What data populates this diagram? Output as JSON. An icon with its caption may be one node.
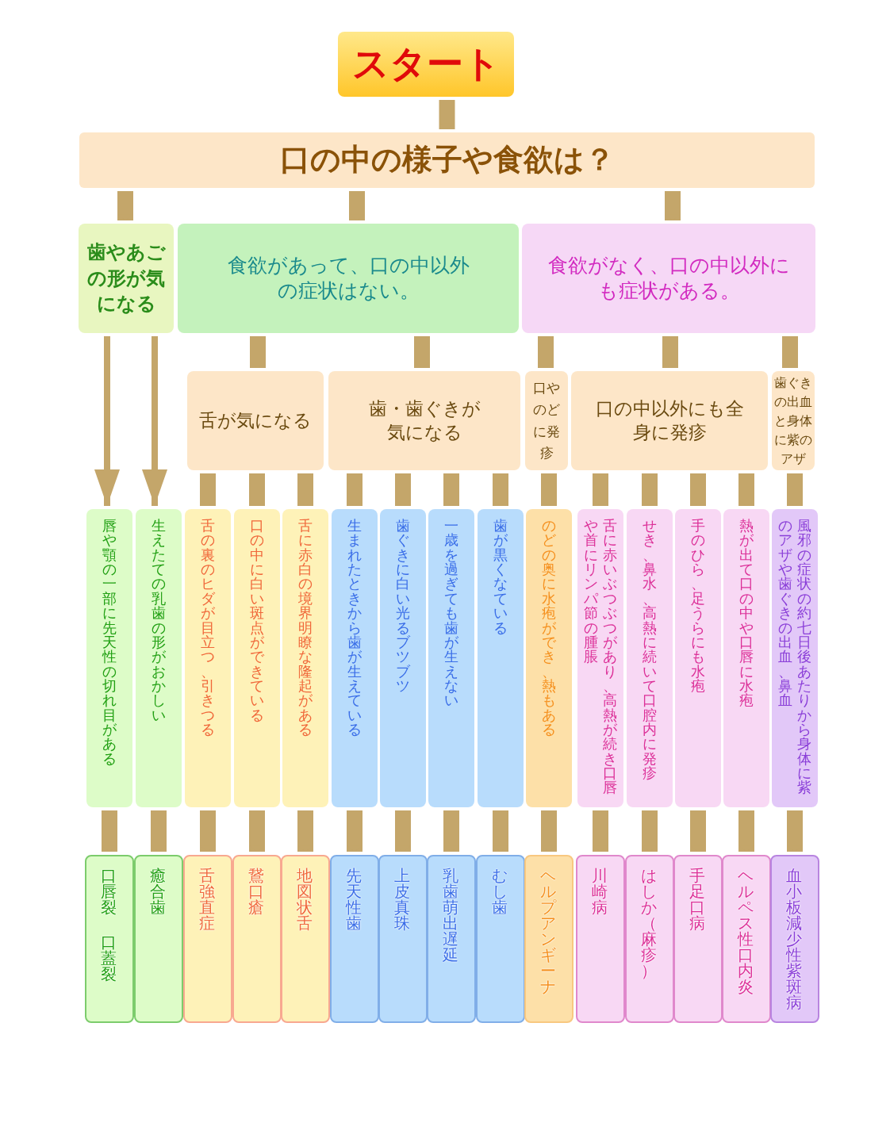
{
  "diagram": {
    "nodes": [
      {
        "text": [
          "スタート"
        ]
      },
      {
        "text": [
          "口の中の様子や食欲は？"
        ]
      },
      {
        "text": [
          "歯やあごの形が気になる"
        ]
      },
      {
        "text": [
          "食欲があって、口の中以外の症状はない。"
        ]
      },
      {
        "text": [
          "食欲がなく、口の中以外にも症状がある。"
        ]
      },
      {
        "text": [
          "舌が気になる"
        ]
      },
      {
        "text": [
          "歯・歯ぐきが気になる"
        ]
      },
      {
        "text": [
          "口やのどに発疹"
        ]
      },
      {
        "text": [
          "口の中以外にも全身に発疹"
        ]
      },
      {
        "text": [
          "歯ぐきの出血と身体に紫のアザ"
        ]
      },
      {
        "text": [
          "唇や顎の一部に先天性の切れ目がある"
        ]
      },
      {
        "text": [
          "生えたての乳歯の形がおかしい"
        ]
      },
      {
        "text": [
          "舌の裏のヒダが目立つ、引きつる"
        ]
      },
      {
        "text": [
          "口の中に白い斑点ができている"
        ]
      },
      {
        "text": [
          "舌に赤白の境界明瞭な隆起がある"
        ]
      },
      {
        "text": [
          "生まれたときから歯が生えている"
        ]
      },
      {
        "text": [
          "歯ぐきに白い光るブツブツ"
        ]
      },
      {
        "text": [
          "一歳を過ぎても歯が生えない"
        ]
      },
      {
        "text": [
          "歯が黒くなている"
        ]
      },
      {
        "text": [
          "のどの奥に水疱ができ、熱もある"
        ]
      },
      {
        "text": [
          "舌に赤いぶつぶつがあり、高熱が続き口唇や首にリンパ節の腫脹"
        ]
      },
      {
        "text": [
          "せき、鼻水、高熱に続いて口腔内に発疹"
        ]
      },
      {
        "text": [
          "手のひら、足うらにも水疱"
        ]
      },
      {
        "text": [
          "熱が出て口の中や口唇に水疱"
        ]
      },
      {
        "text": [
          "風邪の症状の約七日後あたりから身体に紫のアザや歯ぐきの出血、鼻血"
        ]
      },
      {
        "text": [
          "口唇裂",
          "口蓋裂"
        ]
      },
      {
        "text": [
          "癒合歯"
        ]
      },
      {
        "text": [
          "舌強直症"
        ]
      },
      {
        "text": [
          "鵞口瘡"
        ]
      },
      {
        "text": [
          "地図状舌"
        ]
      },
      {
        "text": [
          "先天性歯"
        ]
      },
      {
        "text": [
          "上皮真珠"
        ]
      },
      {
        "text": [
          "乳歯萌出遅延"
        ]
      },
      {
        "text": [
          "むし歯"
        ]
      },
      {
        "text": [
          "ヘルプアンギーナ"
        ]
      },
      {
        "text": [
          "川崎病"
        ]
      },
      {
        "text": [
          "はしか（麻疹）"
        ]
      },
      {
        "text": [
          "手足口病"
        ]
      },
      {
        "text": [
          "ヘルペス性口内炎"
        ]
      },
      {
        "text": [
          "血小板減少性紫斑病"
        ]
      }
    ],
    "edges": [
      {
        "from": 0,
        "to": 1,
        "arrow": "to"
      },
      {
        "from": 1,
        "to": 2,
        "arrow": "to"
      },
      {
        "from": 1,
        "to": 3,
        "arrow": "to"
      },
      {
        "from": 1,
        "to": 4,
        "arrow": "to"
      },
      {
        "from": 2,
        "to": 10,
        "arrow": "to"
      },
      {
        "from": 2,
        "to": 11,
        "arrow": "to"
      },
      {
        "from": 3,
        "to": 5,
        "arrow": "to"
      },
      {
        "from": 3,
        "to": 6,
        "arrow": "to"
      },
      {
        "from": 4,
        "to": 7,
        "arrow": "to"
      },
      {
        "from": 4,
        "to": 8,
        "arrow": "to"
      },
      {
        "from": 4,
        "to": 9,
        "arrow": "to"
      },
      {
        "from": 5,
        "to": 12,
        "arrow": "to"
      },
      {
        "from": 5,
        "to": 13,
        "arrow": "to"
      },
      {
        "from": 5,
        "to": 14,
        "arrow": "to"
      },
      {
        "from": 6,
        "to": 15,
        "arrow": "to"
      },
      {
        "from": 6,
        "to": 16,
        "arrow": "to"
      },
      {
        "from": 6,
        "to": 17,
        "arrow": "to"
      },
      {
        "from": 6,
        "to": 18,
        "arrow": "to"
      },
      {
        "from": 7,
        "to": 19,
        "arrow": "to"
      },
      {
        "from": 8,
        "to": 20,
        "arrow": "to"
      },
      {
        "from": 8,
        "to": 21,
        "arrow": "to"
      },
      {
        "from": 8,
        "to": 22,
        "arrow": "to"
      },
      {
        "from": 8,
        "to": 23,
        "arrow": "to"
      },
      {
        "from": 9,
        "to": 24,
        "arrow": "to"
      },
      {
        "from": 10,
        "to": 25,
        "arrow": "to"
      },
      {
        "from": 11,
        "to": 26,
        "arrow": "to"
      },
      {
        "from": 12,
        "to": 27,
        "arrow": "to"
      },
      {
        "from": 13,
        "to": 28,
        "arrow": "to"
      },
      {
        "from": 14,
        "to": 29,
        "arrow": "to"
      },
      {
        "from": 15,
        "to": 30,
        "arrow": "to"
      },
      {
        "from": 16,
        "to": 31,
        "arrow": "to"
      },
      {
        "from": 17,
        "to": 32,
        "arrow": "to"
      },
      {
        "from": 18,
        "to": 33,
        "arrow": "to"
      },
      {
        "from": 19,
        "to": 34,
        "arrow": "to"
      },
      {
        "from": 20,
        "to": 35,
        "arrow": "to"
      },
      {
        "from": 21,
        "to": 36,
        "arrow": "to"
      },
      {
        "from": 22,
        "to": 37,
        "arrow": "to"
      },
      {
        "from": 23,
        "to": 38,
        "arrow": "to"
      },
      {
        "from": 24,
        "to": 39,
        "arrow": "to"
      }
    ]
  }
}
